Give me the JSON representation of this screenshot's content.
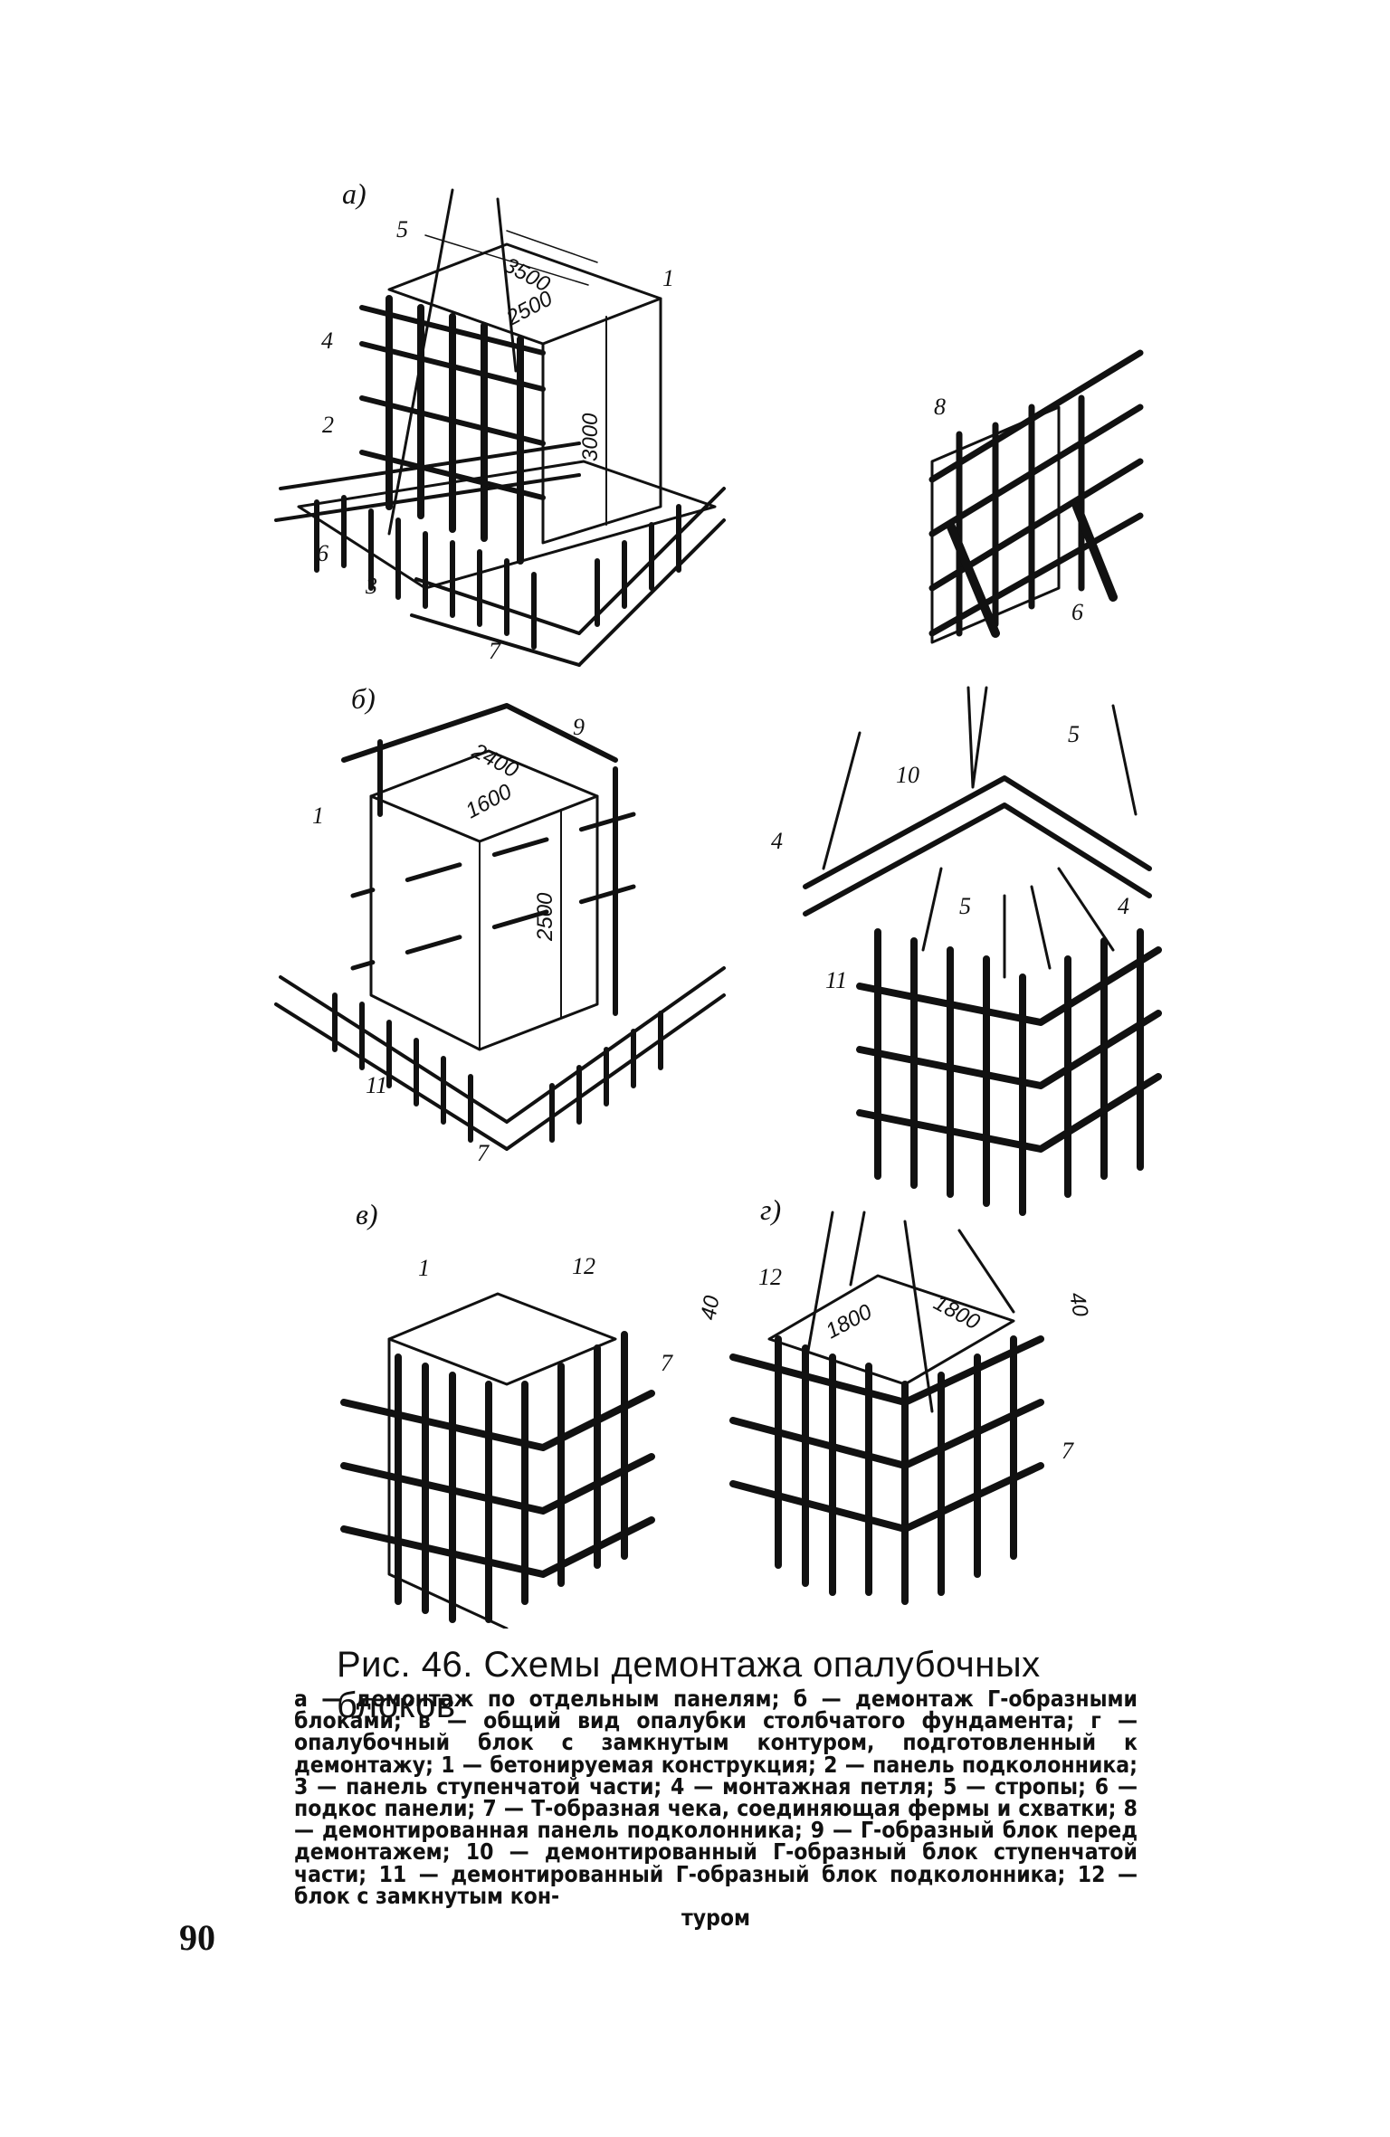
{
  "figure": {
    "panels": {
      "a": {
        "label": "а)",
        "dims": [
          "3500",
          "2500",
          "3000"
        ],
        "callouts": [
          "5",
          "1",
          "4",
          "2",
          "6",
          "3",
          "7"
        ]
      },
      "a_right": {
        "callouts": [
          "8",
          "6"
        ]
      },
      "b": {
        "label": "б)",
        "dims": [
          "2400",
          "1600",
          "2500"
        ],
        "callouts": [
          "9",
          "1",
          "11",
          "7"
        ]
      },
      "b_right": {
        "callouts": [
          "5",
          "10",
          "4",
          "5",
          "11",
          "4"
        ]
      },
      "c": {
        "label": "в)",
        "callouts": [
          "1",
          "12",
          "7"
        ]
      },
      "d": {
        "label": "г)",
        "dims": [
          "1800",
          "1800",
          "40",
          "40"
        ],
        "callouts": [
          "12",
          "7"
        ]
      }
    }
  },
  "caption": {
    "title": "Рис. 46. Схемы демонтажа опалубочных блоков",
    "body": "а — демонтаж по отдельным панелям; б — демонтаж Г-образными блоками; в — общий вид опалубки столбчатого фундамента; г — опалубочный блок с замкнутым контуром, подготовленный к демонтажу; 1 — бетонируемая конструкция; 2 — панель подколонника; 3 — панель ступенчатой части; 4 — монтажная петля; 5 — стропы; 6 — подкос панели; 7 — Т-образная чека, соединяющая фермы и схватки; 8 — демонтированная панель подколонника; 9 — Г-образный блок перед демонтажем; 10 — демонтированный Г-образный блок ступенчатой части; 11 — демонтированный Г-образный блок подколонника; 12 — блок с замкнутым кон-",
    "end": "туром"
  },
  "page_number": "90"
}
